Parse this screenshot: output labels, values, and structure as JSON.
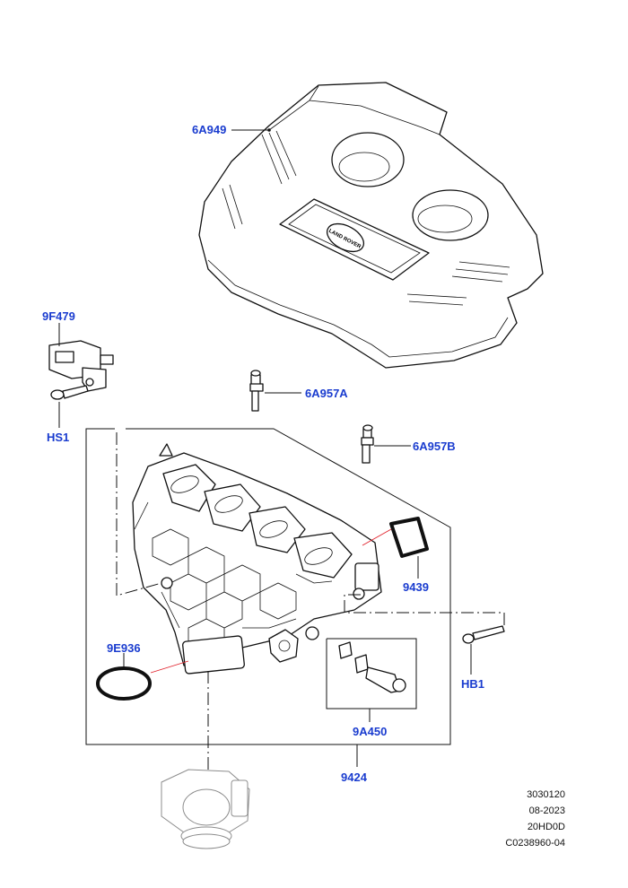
{
  "callouts": {
    "engine_cover": "6A949",
    "map_sensor": "9F479",
    "screw_hs1": "HS1",
    "fitting_a": "6A957A",
    "fitting_b": "6A957B",
    "gasket_9439": "9439",
    "gasket_9e936": "9E936",
    "bolt_hb1": "HB1",
    "valve_kit": "9A450",
    "intake_manifold": "9424"
  },
  "reference": {
    "line1": "3030120",
    "line2": "08-2023",
    "line3": "20HD0D",
    "line4": "C0238960-04"
  },
  "brand_badge": "LAND ROVER"
}
